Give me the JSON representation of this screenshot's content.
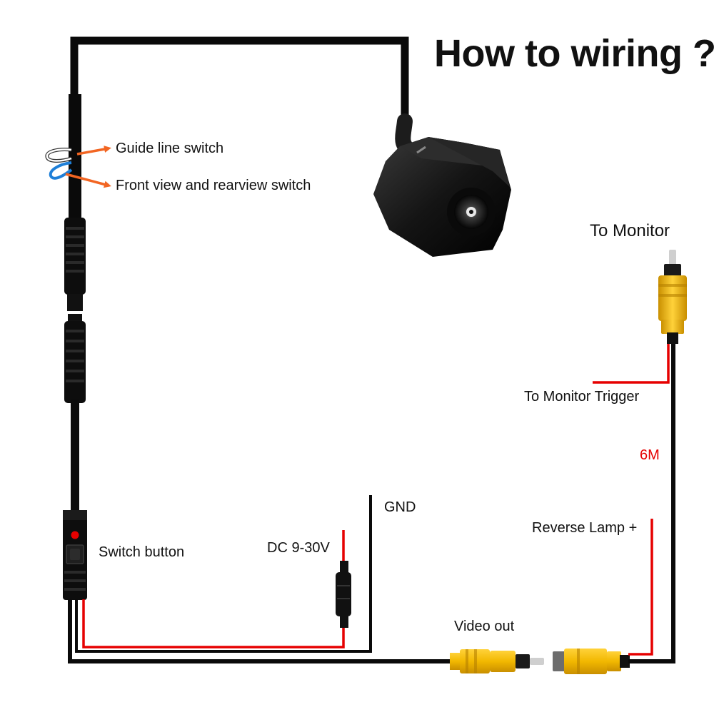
{
  "title": "How to wiring ?",
  "labels": {
    "guide_line_switch": "Guide line switch",
    "front_rear_switch": "Front view and rearview switch",
    "to_monitor": "To Monitor",
    "to_monitor_trigger": "To Monitor Trigger",
    "length": "6M",
    "gnd": "GND",
    "reverse_lamp": "Reverse Lamp +",
    "switch_button": "Switch button",
    "dc_power": "DC 9-30V",
    "video_out": "Video out"
  },
  "colors": {
    "cable": "#0a0a0a",
    "power_wire": "#e60000",
    "rca_yellow": "#f2b800",
    "arrow": "#f26522",
    "loop_white": "#ffffff",
    "loop_blue": "#1e7fd8",
    "camera_body": "#141414"
  }
}
